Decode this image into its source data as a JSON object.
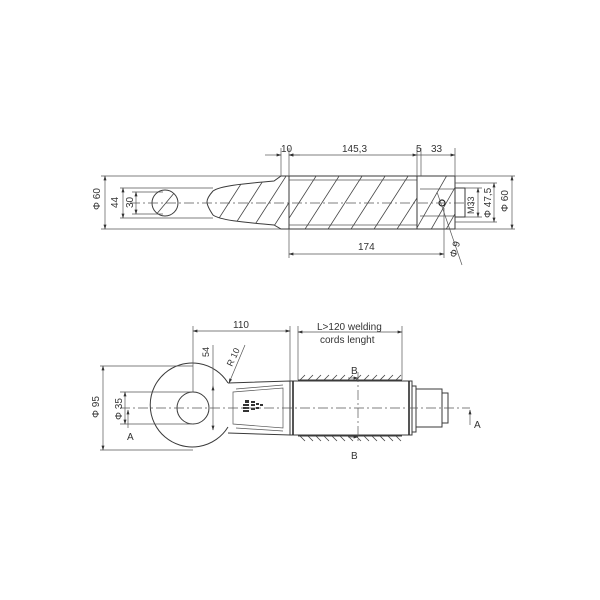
{
  "drawing": {
    "top_view": {
      "label_dia_outer": "Φ 60",
      "label_44": "44",
      "label_30": "30",
      "label_10": "10",
      "label_1453": "145,3",
      "label_5": "5",
      "label_33": "33",
      "label_174": "174",
      "label_m33": "M33",
      "label_dia_475": "Φ 47,5",
      "label_dia_60_right": "Φ 60",
      "label_dia_9": "Φ 9"
    },
    "bottom_view": {
      "label_110": "110",
      "label_54": "54",
      "label_r10": "R 10",
      "label_dia_95": "Φ 95",
      "label_dia_35": "Φ 35",
      "label_a_left": "A",
      "label_a_right": "A",
      "label_b_top": "B",
      "label_b_bottom": "B",
      "weld_line1": "L>120   welding",
      "weld_line2": "cords lenght"
    }
  }
}
